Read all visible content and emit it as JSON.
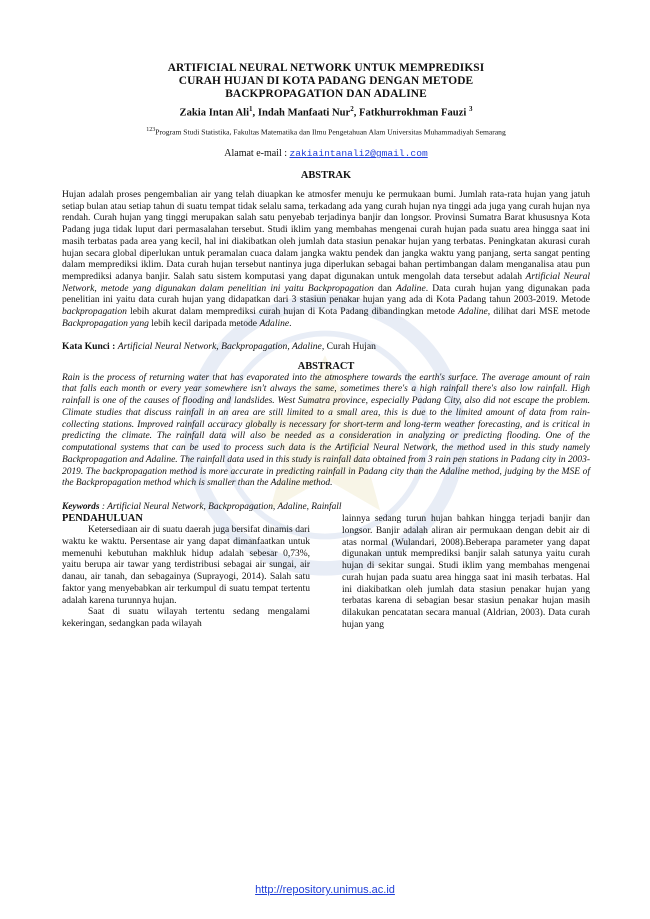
{
  "title_lines": [
    "ARTIFICIAL NEURAL NETWORK UNTUK MEMPREDIKSI",
    "CURAH HUJAN DI KOTA PADANG DENGAN METODE",
    "BACKPROPAGATION DAN ADALINE"
  ],
  "authors": {
    "a1": "Zakia Intan Ali",
    "a1_sup": "1",
    "sep1": ", ",
    "a2": "Indah Manfaati Nur",
    "a2_sup": "2",
    "sep2": ", ",
    "a3": "Fatkhurrokhman Fauzi ",
    "a3_sup": "3"
  },
  "affiliation": {
    "sup": "123",
    "text": "Program Studi Statistika, Fakultas Matematika dan Ilmu Pengetahuan Alam Universitas Muhammadiyah Semarang"
  },
  "email": {
    "label": "Alamat e-mail : ",
    "address": "zakiaintanali2@gmail.com"
  },
  "abstrak": {
    "heading": "ABSTRAK",
    "p1": "Hujan adalah proses pengembalian air yang telah diuapkan ke atmosfer menuju ke permukaan bumi. Jumlah rata-rata hujan yang jatuh setiap bulan atau setiap tahun di suatu tempat tidak selalu sama, terkadang ada yang curah hujan nya tinggi ada juga yang curah hujan nya rendah. Curah hujan yang tinggi merupakan salah satu penyebab terjadinya banjir dan longsor. Provinsi Sumatra Barat khususnya Kota Padang juga tidak luput dari permasalahan tersebut. Studi iklim yang membahas mengenai curah hujan pada suatu area hingga saat ini masih terbatas pada area yang kecil, hal ini diakibatkan oleh jumlah data stasiun penakar hujan yang terbatas. Peningkatan akurasi curah hujan secara global diperlukan untuk peramalan cuaca dalam jangka waktu pendek dan jangka waktu yang panjang, serta sangat penting dalam memprediksi iklim. Data curah hujan tersebut nantinya juga diperlukan sebagai bahan pertimbangan dalam menganalisa atau pun memprediksi adanya banjir. Salah satu sistem komputasi yang dapat digunakan untuk mengolah data tersebut adalah ",
    "p1_i1": "Artificial Neural Network",
    "p1_b": ", metode yang digunakan dalam penelitian ini yaitu ",
    "p1_i2": "Backpropagation",
    "p1_c": " dan ",
    "p1_i3": "Adaline",
    "p1_d": ". Data curah hujan yang digunakan pada penelitian ini yaitu data curah hujan yang didapatkan dari 3 stasiun penakar hujan yang ada di Kota Padang tahun 2003-2019. Metode ",
    "p1_i4": "backpropagation",
    "p1_e": " lebih akurat dalam memprediksi curah hujan di Kota Padang dibandingkan metode ",
    "p1_i5": "Adaline",
    "p1_f": ", dilihat dari MSE metode ",
    "p1_i6": "Backpropagation yang",
    "p1_g": " lebih kecil daripada metode ",
    "p1_i7": "Adaline",
    "p1_h": "."
  },
  "kata_kunci": {
    "label": "Kata Kunci : ",
    "italic": "Artificial Neural Network, Backpropagation, Adaline,",
    "plain": " Curah Hujan"
  },
  "abstract": {
    "heading": "ABSTRACT",
    "text": "Rain is the process of returning water that has evaporated into the atmosphere towards the earth's surface. The average amount of rain that falls each month or every year somewhere isn't always the same, sometimes there's a high rainfall there's also low rainfall. High rainfall is one of the causes of flooding and landslides. West Sumatra province, especially Padang City, also did not escape the problem. Climate studies that discuss rainfall in an area are still limited to a small area, this is due to the limited amount of data from rain-collecting stations. Improved rainfall accuracy globally is necessary for short-term and long-term weather forecasting, and is critical in predicting the climate. The rainfall data will also be needed as a consideration in analyzing or predicting flooding. One of the computational systems that can be used to process such data is the Artificial Neural Network, the method used in this study namely Backpropagation and Adaline. The rainfall data used in this study is rainfall data obtained from 3 rain pen stations in Padang city in 2003-2019. The backpropagation method is more accurate in predicting rainfall in Padang city than the Adaline method, judging by the MSE of the Backpropagation method which is smaller than the Adaline method."
  },
  "keywords": {
    "label": "Keywords",
    "text": " : Artificial Neural Network, Backpropagation, Adaline, Rainfall"
  },
  "pendahuluan": {
    "heading": "PENDAHULUAN",
    "p1": "Ketersediaan air di suatu daerah juga bersifat dinamis dari waktu ke waktu. Persentase air yang dapat dimanfaatkan untuk memenuhi kebutuhan makhluk hidup adalah sebesar 0,73%, yaitu berupa air tawar yang terdistribusi sebagai air sungai, air danau, air tanah, dan sebagainya (Suprayogi, 2014). Salah satu faktor yang menyebabkan air terkumpul di suatu tempat tertentu adalah karena turunnya hujan.",
    "p2": "Saat di suatu wilayah tertentu sedang mengalami kekeringan, sedangkan pada wilayah",
    "right": "lainnya sedang turun hujan bahkan hingga terjadi banjir dan longsor. Banjir adalah aliran air permukaan dengan debit air di atas normal (Wulandari, 2008).Beberapa parameter yang dapat digunakan untuk memprediksi banjir salah satunya yaitu curah hujan di sekitar sungai. Studi iklim yang membahas mengenai curah hujan pada suatu area hingga saat ini masih terbatas. Hal ini diakibatkan oleh jumlah data stasiun penakar hujan yang terbatas karena di sebagian besar stasiun penakar hujan masih dilakukan pencatatan secara manual (Aldrian, 2003). Data curah hujan yang"
  },
  "footer": {
    "url": "http://repository.unimus.ac.id"
  }
}
